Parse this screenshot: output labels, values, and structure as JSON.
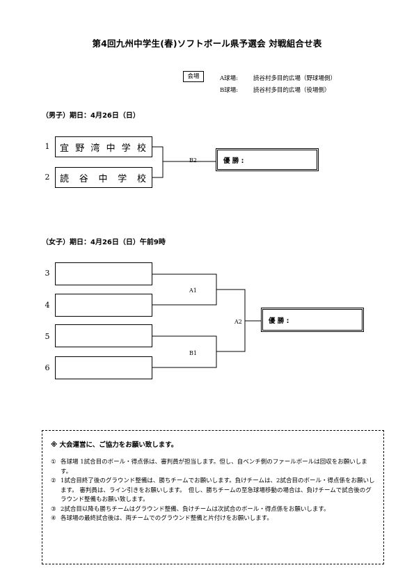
{
  "title": "第4回九州中学生(春)ソフトボール県予選会 対戦組合せ表",
  "venue": {
    "badge": "会場",
    "lines": [
      {
        "label": "A球場:",
        "place": "読谷村多目的広場（野球場側）"
      },
      {
        "label": "B球場:",
        "place": "読谷村多目的広場（役場側）"
      }
    ]
  },
  "boys": {
    "heading": "（男子）期日：4月26日（日）",
    "teams": [
      {
        "seed": "1",
        "name": [
          "宜",
          "野",
          "湾",
          "中",
          "学",
          "校"
        ]
      },
      {
        "seed": "2",
        "name": [
          "読",
          "谷",
          "中",
          "学",
          "校"
        ]
      }
    ],
    "match": "B2",
    "champion_label": "優 勝 :"
  },
  "girls": {
    "heading": "（女子）期日：4月26日（日）午前9時",
    "seeds": [
      "3",
      "4",
      "5",
      "6"
    ],
    "matches": {
      "top": "A1",
      "bottom": "B1",
      "final": "A2"
    },
    "champion_label": "優 勝 :"
  },
  "notes": {
    "heading": "※ 大会運営に、ご協力をお願い致します。",
    "items": [
      {
        "mark": "①",
        "text": "各球場 1試合目のボール・得点係は、審判員が担当します。但し、自ベンチ側のファールボールは回収をお願いします。"
      },
      {
        "mark": "②",
        "text": "1試合目終了後のグラウンド整備は、勝ちチームでお願いします。負けチームは、2試合目のボール・得点係をお願いします。 審判員は、ライン引きをお願いします。　但し、勝ちチームの至急球場移動の場合は、負けチームで試合後のグラウンド整備もお願い致します。"
      },
      {
        "mark": "③",
        "text": "2試合目以降も勝ちチームはグラウンド整備、負けチームは次試合のボール・得点係をお願いします。"
      },
      {
        "mark": "④",
        "text": "各球場の最終試合後は、両チームでのグラウンド整備と片付けをお願いします。"
      }
    ]
  }
}
